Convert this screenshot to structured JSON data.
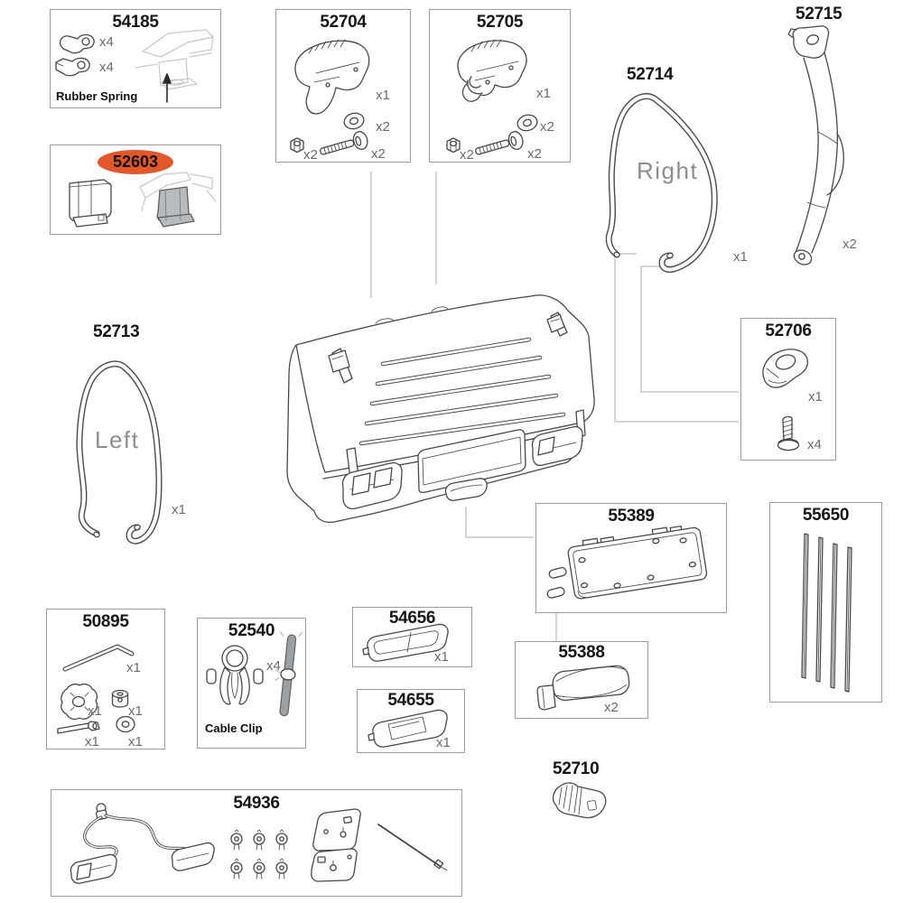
{
  "palette": {
    "highlight": "#e2582a",
    "line": "#474747",
    "leader": "#bababa",
    "border": "#9c9c9c"
  },
  "parts": {
    "p54185": {
      "number": "54185",
      "caption": "Rubber Spring",
      "qty_a": "x4",
      "qty_b": "x4"
    },
    "p52603": {
      "number": "52603"
    },
    "p52704": {
      "number": "52704",
      "qty_housing": "x1",
      "qty_washer": "x2",
      "qty_bolt": "x2",
      "qty_nut": "x2"
    },
    "p52705": {
      "number": "52705",
      "qty_housing": "x1",
      "qty_washer": "x2",
      "qty_bolt": "x2",
      "qty_nut": "x2"
    },
    "p52714": {
      "number": "52714",
      "side": "Right",
      "qty": "x1"
    },
    "p52715": {
      "number": "52715",
      "qty": "x2"
    },
    "p52713": {
      "number": "52713",
      "side": "Left",
      "qty": "x1"
    },
    "p52706": {
      "number": "52706",
      "qty_bracket": "x1",
      "qty_screw": "x4"
    },
    "p55389": {
      "number": "55389"
    },
    "p55650": {
      "number": "55650"
    },
    "p50895": {
      "number": "50895",
      "qty_hex_key": "x1",
      "qty_knob": "x1",
      "qty_spacer": "x1",
      "qty_bolt": "x1",
      "qty_washer": "x1"
    },
    "p52540": {
      "number": "52540",
      "qty_clip": "x4",
      "caption": "Cable Clip"
    },
    "p54656": {
      "number": "54656",
      "qty": "x1"
    },
    "p54655": {
      "number": "54655",
      "qty": "x1"
    },
    "p55388": {
      "number": "55388",
      "qty": "x2"
    },
    "p52710": {
      "number": "52710"
    },
    "p54936": {
      "number": "54936"
    }
  }
}
